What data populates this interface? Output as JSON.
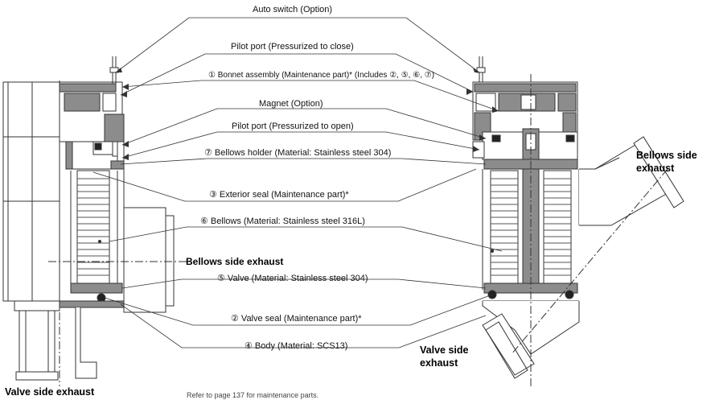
{
  "labels": {
    "auto_switch": "Auto switch (Option)",
    "pilot_port_close": "Pilot port (Pressurized to close)",
    "bonnet_assembly": "① Bonnet assembly (Maintenance part)* (Includes ②, ⑤, ⑥, ⑦)",
    "magnet": "Magnet (Option)",
    "pilot_port_open": "Pilot port (Pressurized to open)",
    "bellows_holder": "⑦ Bellows holder (Material: Stainless steel 304)",
    "exterior_seal": "③ Exterior seal (Maintenance part)*",
    "bellows": "⑥ Bellows (Material: Stainless steel 316L)",
    "valve": "⑤ Valve (Material: Stainless steel 304)",
    "valve_seal": "② Valve seal (Maintenance part)*",
    "body": "④ Body (Material: SCS13)"
  },
  "callouts": {
    "bellows_side_exhaust_center": "Bellows side exhaust",
    "bellows_side_exhaust_right_1": "Bellows side",
    "bellows_side_exhaust_right_2": "exhaust",
    "valve_side_exhaust_right_1": "Valve side",
    "valve_side_exhaust_right_2": "exhaust",
    "valve_side_exhaust_left": "Valve side exhaust"
  },
  "footnote": "Refer to page 137 for maintenance parts."
}
